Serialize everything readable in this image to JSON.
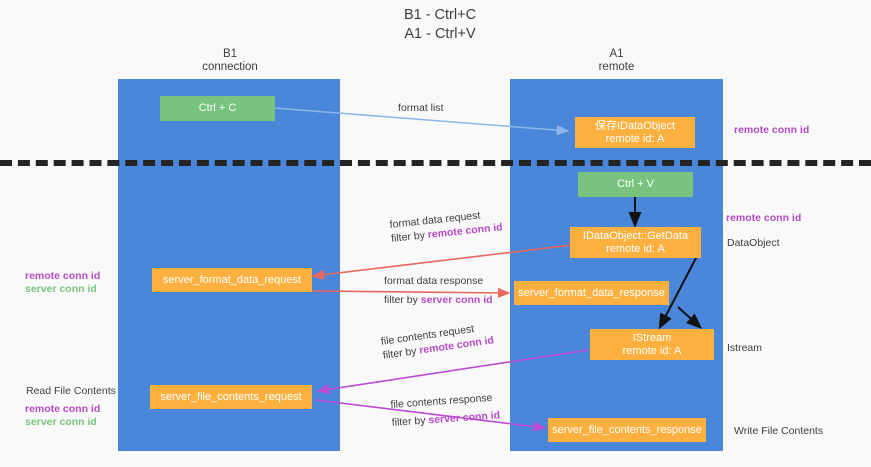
{
  "diagram": {
    "title_line1": "B1 - Ctrl+C",
    "title_line2": "A1 - Ctrl+V",
    "lanes": [
      {
        "name": "B1",
        "sub": "connection",
        "color": "#4a86d9"
      },
      {
        "name": "A1",
        "sub": "remote",
        "color": "#4a86d9"
      }
    ],
    "nodes": {
      "ctrl_c": "Ctrl + C",
      "ctrl_v": "Ctrl + V",
      "save_dataobject_l1": "保存IDataObject",
      "save_dataobject_l2": "remote id: A",
      "getdata_l1": "IDataObject::GetData",
      "getdata_l2": "remote id: A",
      "istream_l1": "IStream",
      "istream_l2": "remote id: A",
      "server_format_data_request": "server_format_data_request",
      "server_format_data_response": "server_format_data_response",
      "server_file_contents_request": "server_file_contents_request",
      "server_file_contents_response": "server_file_contents_response"
    },
    "edges": {
      "format_list": "format list",
      "format_data_request": "format data request",
      "format_data_request_filter_pre": "filter by ",
      "format_data_request_filter_key": "remote conn id",
      "format_data_response": "format data response",
      "format_data_response_filter_pre": "filter by ",
      "format_data_response_filter_key": "server conn id",
      "file_contents_request": "file contents request",
      "file_contents_request_filter_pre": "filter by ",
      "file_contents_request_filter_key": "remote conn id",
      "file_contents_response": "file contents response",
      "file_contents_response_filter_pre": "filter by ",
      "file_contents_response_filter_key": "server conn id"
    },
    "annotations": {
      "right_remote_top": "remote conn id",
      "right_remote_mid": "remote conn id",
      "right_dataobject": "DataObject",
      "right_istream": "Istream",
      "right_write_file_contents": "Write File Contents",
      "left_remote_conn_id_1": "remote conn id",
      "left_server_conn_id_1": "server conn id",
      "left_read_file_contents": "Read File Contents",
      "left_remote_conn_id_2": "remote conn id",
      "left_server_conn_id_2": "server conn id"
    },
    "colors": {
      "lane": "#4a86d9",
      "green_node": "#79c37f",
      "orange_node": "#fbb040",
      "remote_key": "#b54cc4",
      "server_key_green": "#79c37f",
      "arrow_blue": "#8ab6e8",
      "arrow_red": "#e8685f",
      "arrow_magenta": "#bb4bd0",
      "arrow_black": "#121212",
      "background": "#f9f9f9"
    }
  }
}
